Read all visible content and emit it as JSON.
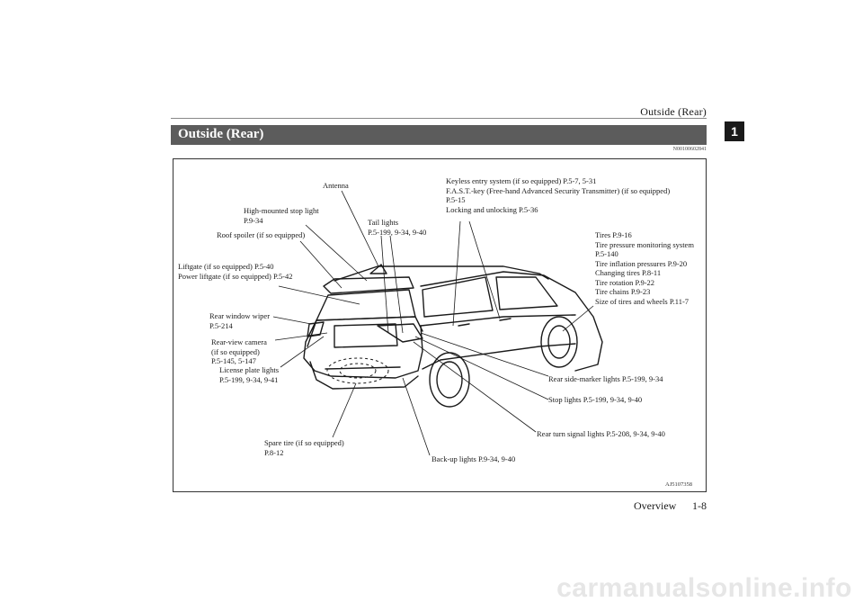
{
  "header": {
    "title": "Outside (Rear)",
    "chapter": "1"
  },
  "section": {
    "title": "Outside (Rear)",
    "doc_id": "N00100602841"
  },
  "callouts": {
    "antenna": "Antenna",
    "high_mounted_stop_light": [
      "High-mounted stop light",
      "P.9-34"
    ],
    "roof_spoiler": "Roof spoiler (if so equipped)",
    "liftgate": [
      "Liftgate (if so equipped) P.5-40",
      "Power liftgate (if so equipped) P.5-42"
    ],
    "tail_lights": [
      "Tail lights",
      "P.5-199, 9-34, 9-40"
    ],
    "keyless_entry": [
      "Keyless entry system (if so equipped) P.5-7, 5-31",
      "F.A.S.T.-key (Free-hand Advanced Security Transmitter) (if so equipped)",
      "P.5-15",
      "Locking and unlocking P.5-36"
    ],
    "tires": [
      "Tires P.9-16",
      "Tire pressure monitoring system",
      "P.5-140",
      "Tire inflation pressures P.9-20",
      "Changing tires P.8-11",
      "Tire rotation P.9-22",
      "Tire chains P.9-23",
      "Size of tires and wheels P.11-7"
    ],
    "rear_window_wiper": [
      "Rear window wiper",
      "P.5-214"
    ],
    "rear_view_camera": [
      "Rear-view camera",
      "(if so equipped)",
      "P.5-145, 5-147"
    ],
    "license_plate_lights": [
      "License plate lights",
      "P.5-199, 9-34, 9-41"
    ],
    "rear_side_marker": "Rear side-marker lights P.5-199, 9-34",
    "stop_lights": "Stop lights P.5-199, 9-34, 9-40",
    "rear_turn_signal": "Rear turn signal lights P.5-208, 9-34, 9-40",
    "spare_tire": [
      "Spare tire (if so equipped)",
      "P.8-12"
    ],
    "backup_lights": "Back-up lights P.9-34, 9-40"
  },
  "figure_code": "AJ5107358",
  "footer": {
    "section": "Overview",
    "page": "1-8"
  },
  "watermark": "carmanualsonline.info"
}
